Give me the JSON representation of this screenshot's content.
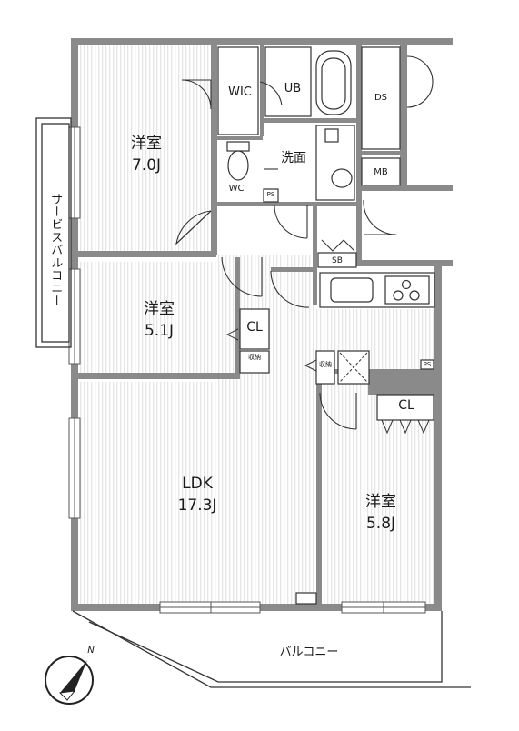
{
  "plan": {
    "colors": {
      "wall": "#8a8a8a",
      "line": "#333333",
      "floor_stripe": "#e6e6e6",
      "text": "#1a1a1a"
    },
    "rooms": {
      "western_a": {
        "name": "洋室",
        "size": "7.0J"
      },
      "western_b": {
        "name": "洋室",
        "size": "5.1J"
      },
      "ldk": {
        "name": "LDK",
        "size": "17.3J"
      },
      "western_c": {
        "name": "洋室",
        "size": "5.8J"
      }
    },
    "labels": {
      "wic": "WIC",
      "ub": "UB",
      "ds": "DS",
      "washroom": "洗面",
      "mb": "MB",
      "wc": "WC",
      "ps": "PS",
      "sb": "SB",
      "cl": "CL",
      "storage": "収納",
      "service_balcony": "サービスバルコニー",
      "balcony": "バルコニー",
      "north": "N"
    },
    "icons": {
      "compass": "compass-icon",
      "toilet": "toilet-icon",
      "bathtub": "bathtub-icon",
      "stove": "stove-icon",
      "sink": "sink-icon"
    }
  }
}
